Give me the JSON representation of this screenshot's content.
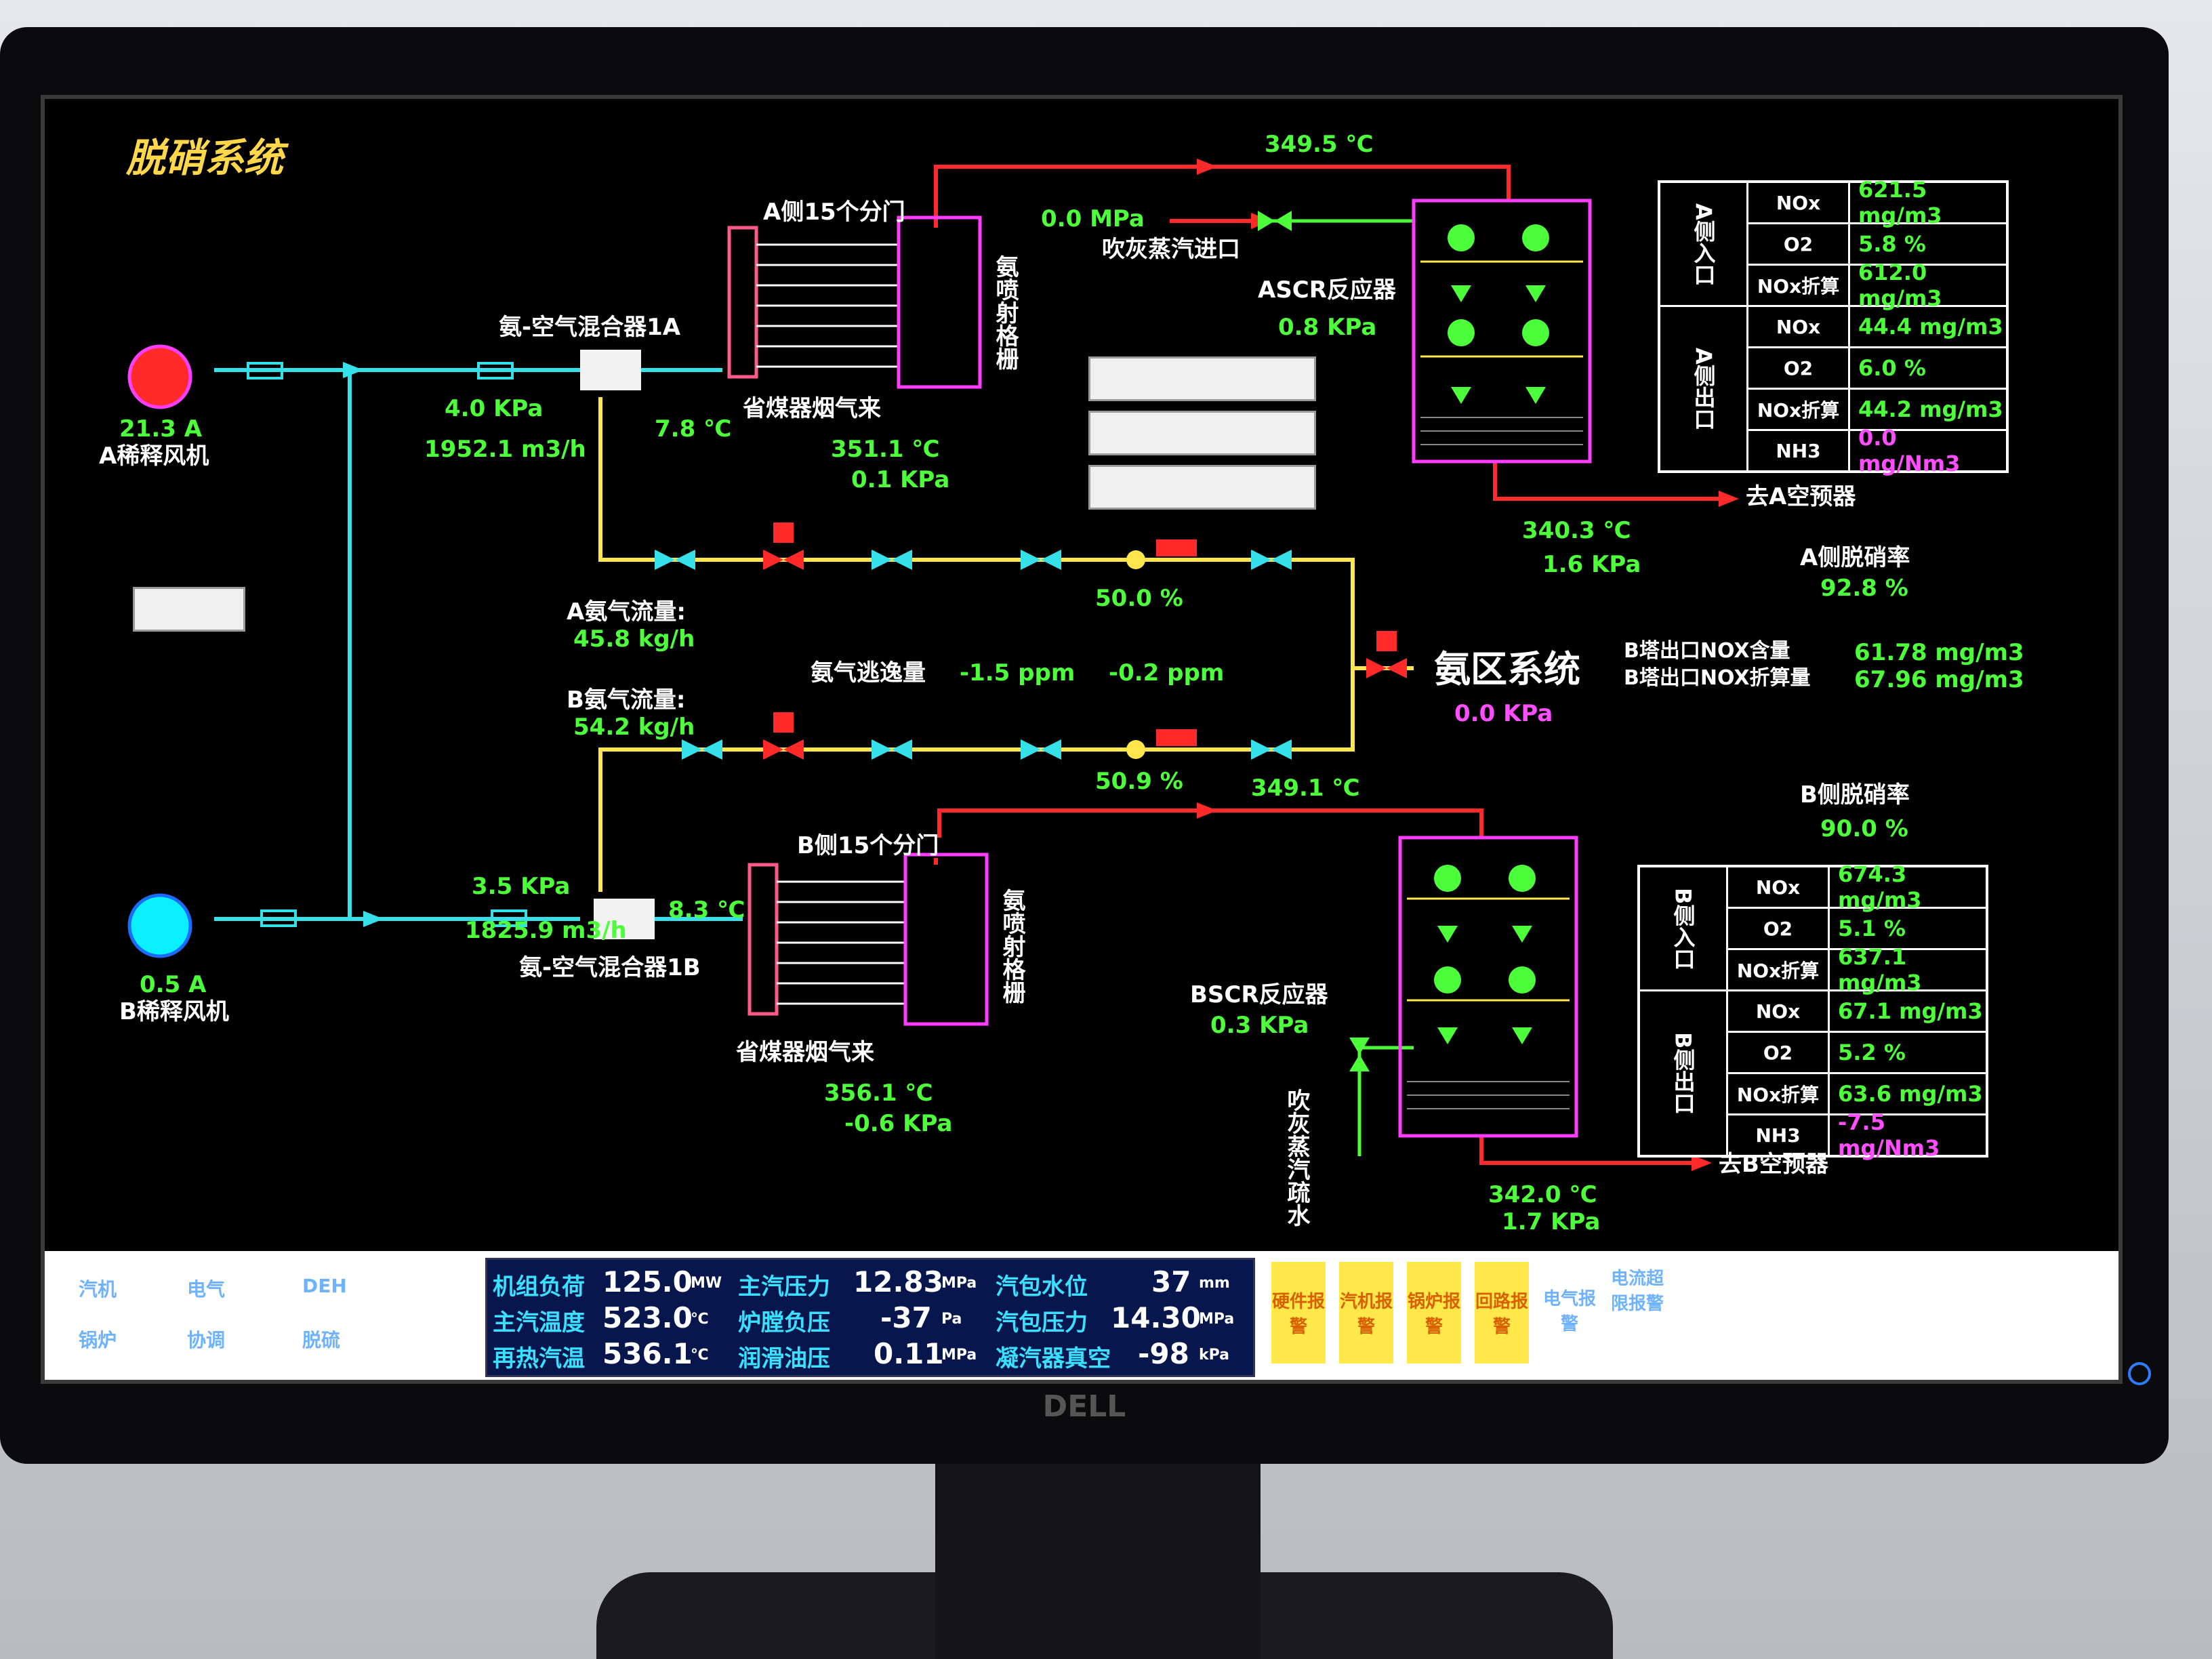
{
  "title": "脱硝系统",
  "fans": {
    "a": {
      "current": "21.3 A",
      "name": "A稀释风机"
    },
    "b": {
      "current": "0.5 A",
      "name": "B稀释风机"
    }
  },
  "mixer": {
    "a": {
      "name": "氨-空气混合器1A",
      "pressure": "4.0 KPa",
      "flow": "1952.1 m3/h",
      "temp": "7.8 ℃"
    },
    "b": {
      "name": "氨-空气混合器1B",
      "pressure": "3.5 KPa",
      "flow": "1825.9 m3/h",
      "temp": "8.3 ℃"
    }
  },
  "branch": {
    "a": {
      "title": "A侧15个分门",
      "grid": "氨喷射格栅",
      "flue": "省煤器烟气来",
      "temp": "351.1 ℃",
      "pressure": "0.1 KPa"
    },
    "b": {
      "title": "B侧15个分门",
      "grid": "氨喷射格栅",
      "flue": "省煤器烟气来",
      "temp": "356.1 ℃",
      "pressure": "-0.6 KPa"
    }
  },
  "reactor": {
    "a": {
      "name": "ASCR反应器",
      "pressure": "0.8 KPa",
      "top_temp": "349.5 ℃",
      "out_temp": "340.3 ℃",
      "out_pressure": "1.6 KPa",
      "to": "去A空预器"
    },
    "b": {
      "name": "BSCR反应器",
      "pressure": "0.3 KPa",
      "top_temp": "349.1 ℃",
      "out_temp": "342.0 ℃",
      "out_pressure": "1.7 KPa",
      "to": "去B空预器"
    }
  },
  "sootblow": {
    "pressure": "0.0 MPa",
    "inlet": "吹灰蒸汽进口",
    "drain": "吹灰蒸汽疏水"
  },
  "ammonia": {
    "a_flow_label": "A氨气流量:",
    "a_flow": "45.8 kg/h",
    "a_valve": "50.0 %",
    "b_flow_label": "B氨气流量:",
    "b_flow": "54.2 kg/h",
    "b_valve": "50.9 %",
    "slip_label": "氨气逃逸量",
    "slip_a": "-1.5 ppm",
    "slip_b": "-0.2 ppm",
    "area": "氨区系统",
    "area_pressure": "0.0 KPa"
  },
  "efficiency": {
    "a_label": "A侧脱硝率",
    "a_value": "92.8 %",
    "b_label": "B侧脱硝率",
    "b_value": "90.0 %",
    "b_out_nox_label": "B塔出口NOX含量",
    "b_out_nox": "61.78 mg/m3",
    "b_out_nox_conv_label": "B塔出口NOX折算量",
    "b_out_nox_conv": "67.96 mg/m3"
  },
  "table_a": {
    "in_side": "A侧入口",
    "out_side": "A侧出口",
    "rows": [
      {
        "k": "NOx",
        "v": "621.5 mg/m3"
      },
      {
        "k": "O2",
        "v": "5.8 %"
      },
      {
        "k": "NOx折算",
        "v": "612.0 mg/m3"
      },
      {
        "k": "NOx",
        "v": "44.4 mg/m3"
      },
      {
        "k": "O2",
        "v": "6.0 %"
      },
      {
        "k": "NOx折算",
        "v": "44.2 mg/m3"
      },
      {
        "k": "NH3",
        "v": "0.0 mg/Nm3"
      }
    ]
  },
  "table_b": {
    "in_side": "B侧入口",
    "out_side": "B侧出口",
    "rows": [
      {
        "k": "NOx",
        "v": "674.3 mg/m3"
      },
      {
        "k": "O2",
        "v": "5.1 %"
      },
      {
        "k": "NOx折算",
        "v": "637.1 mg/m3"
      },
      {
        "k": "NOx",
        "v": "67.1 mg/m3"
      },
      {
        "k": "O2",
        "v": "5.2 %"
      },
      {
        "k": "NOx折算",
        "v": "63.6 mg/m3"
      },
      {
        "k": "NH3",
        "v": "-7.5 mg/Nm3"
      }
    ]
  },
  "nav": {
    "qj": "汽机",
    "dq": "电气",
    "deh": "DEH",
    "gl": "锅炉",
    "xt": "协调",
    "tx": "脱硫"
  },
  "kpi": {
    "load_label": "机组负荷",
    "load": "125.0",
    "load_unit": "MW",
    "msp_label": "主汽压力",
    "msp": "12.83",
    "msp_unit": "MPa",
    "drum_level_label": "汽包水位",
    "drum_level": "37",
    "drum_level_unit": "mm",
    "mst_label": "主汽温度",
    "mst": "523.0",
    "mst_unit": "℃",
    "furnace_label": "炉膛负压",
    "furnace": "-37",
    "furnace_unit": "Pa",
    "drum_p_label": "汽包压力",
    "drum_p": "14.30",
    "drum_p_unit": "MPa",
    "rht_label": "再热汽温",
    "rht": "536.1",
    "rht_unit": "℃",
    "lube_label": "润滑油压",
    "lube": "0.11",
    "lube_unit": "MPa",
    "vac_label": "凝汽器真空",
    "vac": "-98",
    "vac_unit": "kPa"
  },
  "alarms": {
    "hw": "硬件报警",
    "tb": "汽机报警",
    "bl": "锅炉报警",
    "lp": "回路报警",
    "el": "电气报警",
    "cur": "电流超限报警"
  },
  "brand": "DELL",
  "colors": {
    "pipe_air": "#35e0e8",
    "pipe_ammonia": "#ffe64d",
    "pipe_flue": "#ff2a2a",
    "reactor": "#ff3cff",
    "value": "#4dff3a"
  }
}
